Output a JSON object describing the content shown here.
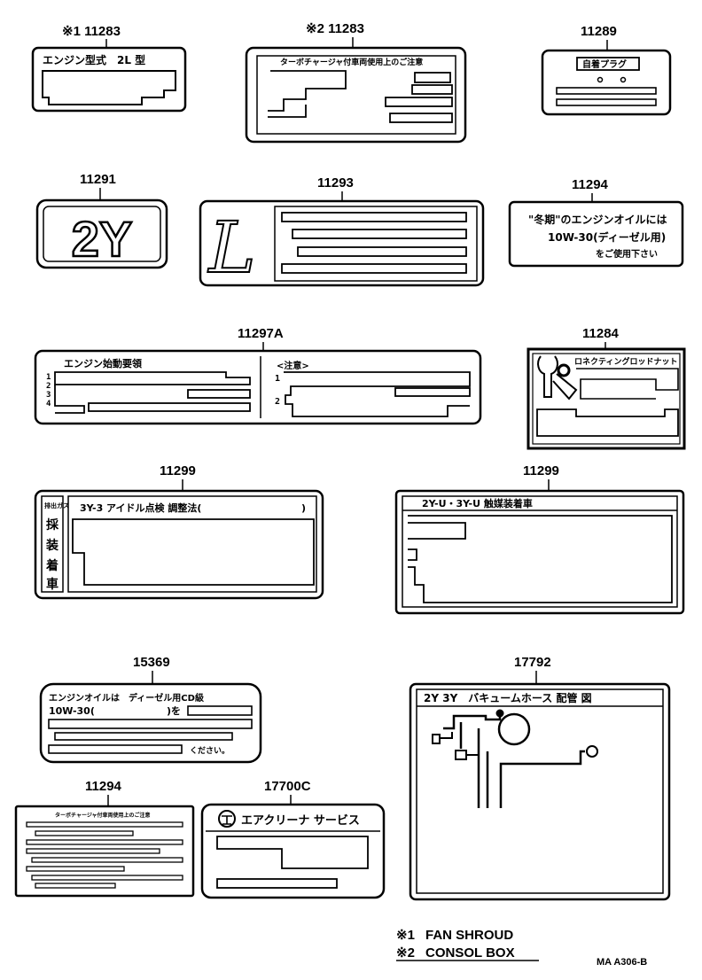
{
  "figure_code": "MA A306-B",
  "legend": [
    {
      "mark": "※1",
      "text": "FAN SHROUD"
    },
    {
      "mark": "※2",
      "text": "CONSOL BOX"
    }
  ],
  "labels": [
    {
      "id": "l1",
      "part_no": "※1 11283",
      "lines": [
        "エンジン型式　2L 型"
      ]
    },
    {
      "id": "l2",
      "part_no": "※2 11283",
      "lines": [
        "ターボチャージャ付車両使用上のご注意"
      ]
    },
    {
      "id": "l3",
      "part_no": "11289",
      "lines": [
        "自着プラグ"
      ]
    },
    {
      "id": "l4",
      "part_no": "11291",
      "lines": [
        "2Y"
      ]
    },
    {
      "id": "l5",
      "part_no": "11293",
      "lines": [
        "L"
      ]
    },
    {
      "id": "l6",
      "part_no": "11294",
      "lines": [
        "\"冬期\"のエンジンオイルには",
        "10W-30(ディーゼル用)",
        "をご使用下さい"
      ]
    },
    {
      "id": "l7",
      "part_no": "11297A",
      "lines": [
        "エンジン始動要領",
        "<注意>",
        "1",
        "2",
        "3",
        "4",
        "1",
        "2"
      ]
    },
    {
      "id": "l8",
      "part_no": "11284",
      "lines": [
        "ロネクティングロッドナット"
      ]
    },
    {
      "id": "l9",
      "part_no": "11299",
      "lines": [
        "排出ガス",
        "採",
        "装",
        "着",
        "車",
        "3Y-3 アイドル点検 調整法(",
        ")"
      ]
    },
    {
      "id": "l10",
      "part_no": "11299",
      "lines": [
        "2Y-U・3Y-U 触媒装着車"
      ]
    },
    {
      "id": "l11",
      "part_no": "15369",
      "lines": [
        "エンジンオイルは　ディーゼル用CD級",
        "10W-30(",
        ")を",
        "ください。"
      ]
    },
    {
      "id": "l12",
      "part_no": "17792",
      "lines": [
        "2Y 3Y　バキュームホース 配管 図"
      ]
    },
    {
      "id": "l13",
      "part_no": "11294",
      "lines": [
        "ターボチャージャ付車両使用上のご注意"
      ]
    },
    {
      "id": "l14",
      "part_no": "17700C",
      "lines": [
        "エアクリーナ サービス"
      ]
    }
  ]
}
